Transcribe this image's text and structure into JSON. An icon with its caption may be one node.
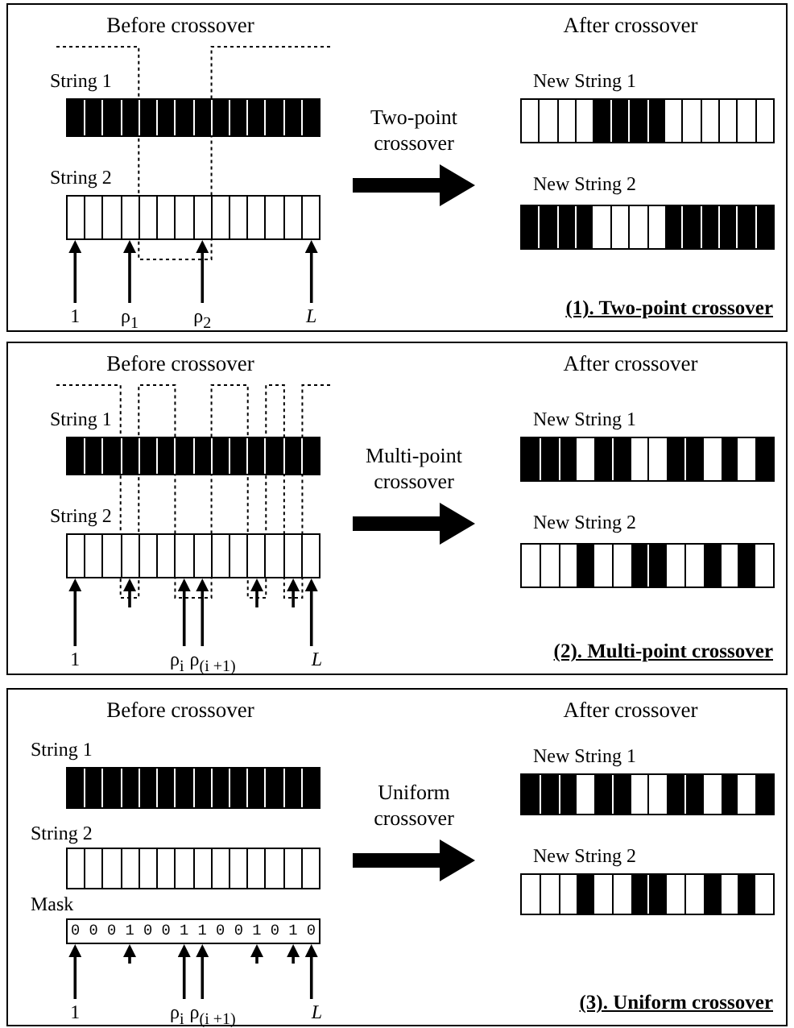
{
  "diagram": {
    "nodes": [
      {
        "text": [
          "(1). Two-point crossover"
        ]
      },
      {
        "text": [
          "Before crossover"
        ],
        "in": 0
      },
      {
        "text": [
          "String 1"
        ],
        "in": 1
      },
      {
        "text": [
          "String 2"
        ],
        "in": 1
      },
      {
        "text": [
          "After crossover"
        ],
        "in": 0
      },
      {
        "text": [
          "New String 1"
        ],
        "in": 4
      },
      {
        "text": [
          "New String 2"
        ],
        "in": 4
      },
      {
        "text": [
          "(2). Multi-point crossover"
        ]
      },
      {
        "text": [
          "Before crossover"
        ],
        "in": 7
      },
      {
        "text": [
          "String 1"
        ],
        "in": 8
      },
      {
        "text": [
          "String 2"
        ],
        "in": 8
      },
      {
        "text": [
          "After crossover"
        ],
        "in": 7
      },
      {
        "text": [
          "New String 1"
        ],
        "in": 11
      },
      {
        "text": [
          "New String 2"
        ],
        "in": 11
      },
      {
        "text": [
          "(3). Uniform crossover"
        ]
      },
      {
        "text": [
          "Before crossover"
        ],
        "in": 14
      },
      {
        "text": [
          "String 1"
        ],
        "in": 15
      },
      {
        "text": [
          "String 2"
        ],
        "in": 15
      },
      {
        "text": [
          "Mask",
          "0 0 0 1 0 0 1 1 0 0 1 0 1 0"
        ],
        "in": 15
      },
      {
        "text": [
          "After crossover"
        ],
        "in": 14
      },
      {
        "text": [
          "New String 1"
        ],
        "in": 19
      },
      {
        "text": [
          "New String 2"
        ],
        "in": 19
      },
      {
        "text": [
          "1"
        ],
        "in": 1
      },
      {
        "text": [
          "ρ$_{1}$"
        ],
        "in": 1
      },
      {
        "text": [
          "ρ$_{2}$"
        ],
        "in": 1
      },
      {
        "text": [
          "L"
        ],
        "in": 1
      },
      {
        "text": [
          "1"
        ],
        "in": 8
      },
      {
        "text": [
          "ρ$_{i}$"
        ],
        "in": 8
      },
      {
        "text": [
          "ρ$_{(i +1)}$"
        ],
        "in": 8
      },
      {
        "text": [
          "L"
        ],
        "in": 8
      },
      {
        "text": [
          "1"
        ],
        "in": 15
      },
      {
        "text": [
          "ρ$_{i}$"
        ],
        "in": 15
      },
      {
        "text": [
          "ρ$_{(i +1)}$"
        ],
        "in": 15
      },
      {
        "text": [
          "L"
        ],
        "in": 15
      }
    ],
    "edges": [
      {
        "from": 1,
        "to": 4,
        "arrow": "to",
        "label": "Two-point crossover",
        "style": "thick"
      },
      {
        "from": 22,
        "to": 3,
        "arrow": "to"
      },
      {
        "from": 23,
        "to": 3,
        "arrow": "to"
      },
      {
        "from": 24,
        "to": 3,
        "arrow": "to"
      },
      {
        "from": 25,
        "to": 3,
        "arrow": "to"
      },
      {
        "from": 8,
        "to": 11,
        "arrow": "to",
        "label": "Multi-point crossover",
        "style": "thick"
      },
      {
        "from": 26,
        "to": 10,
        "arrow": "to"
      },
      {
        "from": null,
        "to": 10,
        "arrow": "to"
      },
      {
        "from": 27,
        "to": 10,
        "arrow": "to"
      },
      {
        "from": 28,
        "to": 10,
        "arrow": "to"
      },
      {
        "from": null,
        "to": 10,
        "arrow": "to"
      },
      {
        "from": null,
        "to": 10,
        "arrow": "to"
      },
      {
        "from": 29,
        "to": 10,
        "arrow": "to"
      },
      {
        "from": 15,
        "to": 19,
        "arrow": "to",
        "label": "Uniform crossover",
        "style": "thick"
      },
      {
        "from": 30,
        "to": 18,
        "arrow": "to"
      },
      {
        "from": null,
        "to": 18,
        "arrow": "to"
      },
      {
        "from": 31,
        "to": 18,
        "arrow": "to"
      },
      {
        "from": 32,
        "to": 18,
        "arrow": "to"
      },
      {
        "from": null,
        "to": 18,
        "arrow": "to"
      },
      {
        "from": null,
        "to": 18,
        "arrow": "to"
      },
      {
        "from": 33,
        "to": 18,
        "arrow": "to"
      }
    ]
  }
}
